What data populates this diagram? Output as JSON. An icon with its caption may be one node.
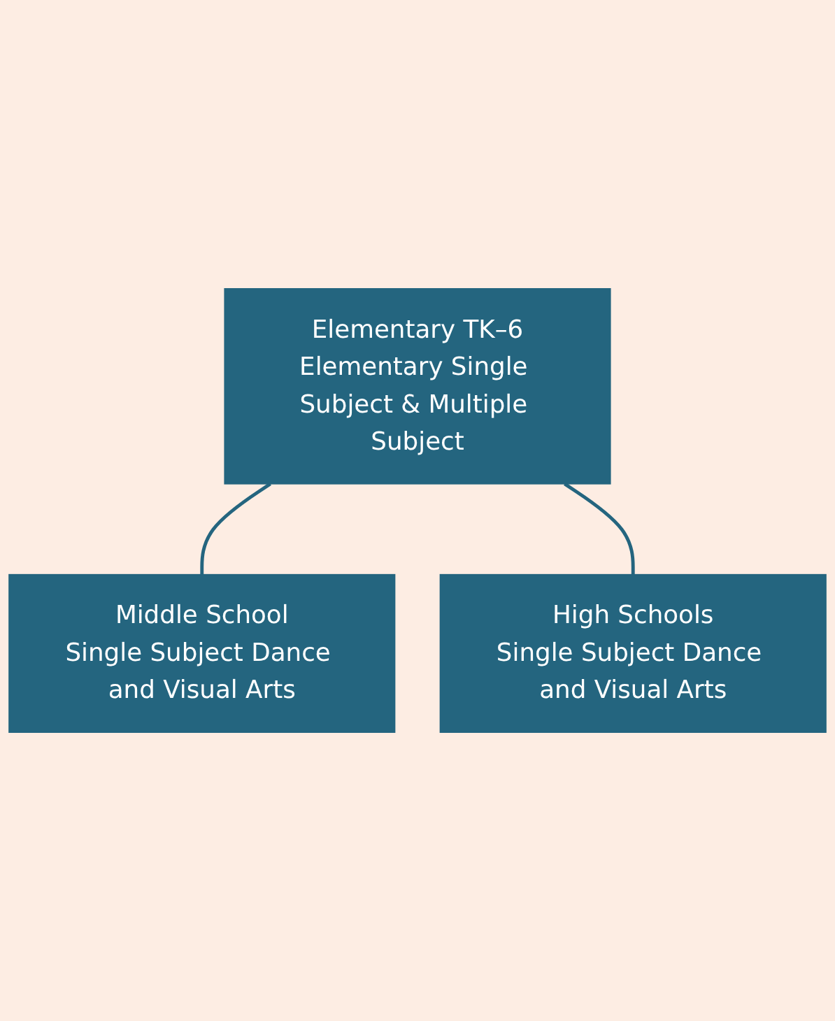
{
  "diagram": {
    "nodes": [
      {
        "text": [
          "Elementary TK–6",
          "Elementary Single Subject & Multiple Subject"
        ]
      },
      {
        "text": [
          "Middle School",
          "Single Subject Dance and Visual Arts"
        ]
      },
      {
        "text": [
          "High Schools",
          "Single Subject Dance and Visual Arts"
        ]
      }
    ],
    "edges": [
      {
        "from": 0,
        "to": 1,
        "arrow": "none"
      },
      {
        "from": 0,
        "to": 2,
        "arrow": "none"
      }
    ]
  }
}
